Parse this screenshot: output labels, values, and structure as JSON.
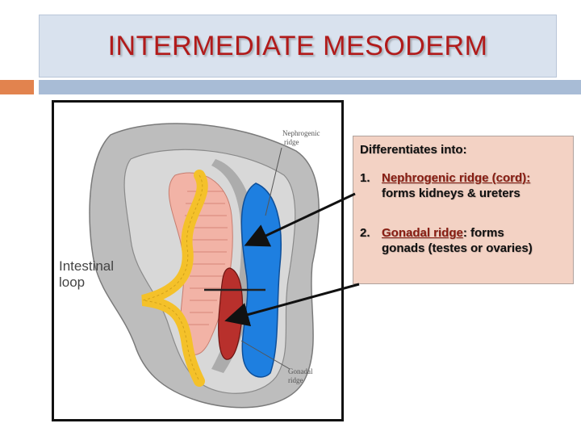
{
  "slide": {
    "title": "INTERMEDIATE MESODERM"
  },
  "figure": {
    "labels": {
      "nephrogenic_line1": "Nephrogenic",
      "nephrogenic_line2": "ridge",
      "intestinal_line1": "Intestinal",
      "intestinal_line2": "loop",
      "gonadal_line1": "Gonadal",
      "gonadal_line2": "ridge"
    }
  },
  "textbox": {
    "heading": "Differentiates into:",
    "items": [
      {
        "number": "1.",
        "term": "Nephrogenic ridge (cord)",
        "colon": ":",
        "line1_rest": "",
        "line2": "forms kidneys & ureters"
      },
      {
        "number": "2.",
        "term": "Gonadal ridge",
        "colon": ":",
        "line1_rest": " forms",
        "line2": "gonads (testes or ovaries)"
      }
    ]
  },
  "colors": {
    "title": "#b11a1a",
    "title_box": "#d9e2ee",
    "accent_orange": "#e2834e",
    "accent_blue": "#a8bcd6",
    "textbox_fill": "#f3d2c4",
    "term_color": "#8a1d12",
    "nephrogenic_blue": "#1e7fe0",
    "gonadal_red": "#b8302c",
    "yellow_tube": "#f4c12a"
  }
}
